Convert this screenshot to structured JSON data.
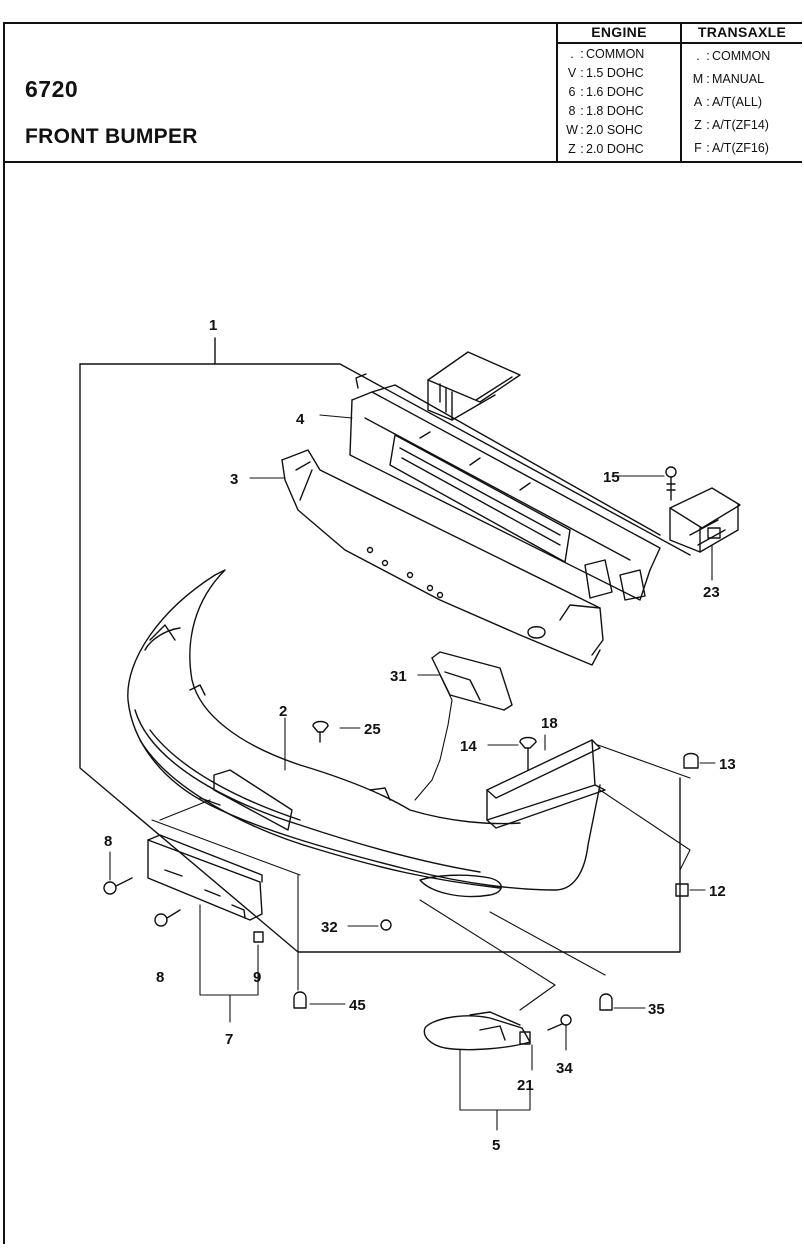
{
  "header": {
    "code": "6720",
    "title": "FRONT BUMPER"
  },
  "engine_table": {
    "heading": "ENGINE",
    "rows": [
      {
        "code": ".",
        "label": "COMMON"
      },
      {
        "code": "V",
        "label": "1.5 DOHC"
      },
      {
        "code": "6",
        "label": "1.6 DOHC"
      },
      {
        "code": "8",
        "label": "1.8 DOHC"
      },
      {
        "code": "W",
        "label": "2.0 SOHC"
      },
      {
        "code": "Z",
        "label": "2.0 DOHC"
      }
    ]
  },
  "transaxle_table": {
    "heading": "TRANSAXLE",
    "rows": [
      {
        "code": ".",
        "label": "COMMON"
      },
      {
        "code": "M",
        "label": "MANUAL"
      },
      {
        "code": "A",
        "label": "A/T(ALL)"
      },
      {
        "code": "Z",
        "label": "A/T(ZF14)"
      },
      {
        "code": "F",
        "label": "A/T(ZF16)"
      }
    ]
  },
  "callouts": {
    "n1": "1",
    "n2": "2",
    "n3": "3",
    "n4": "4",
    "n5": "5",
    "n7": "7",
    "n8a": "8",
    "n8b": "8",
    "n9": "9",
    "n12": "12",
    "n13": "13",
    "n14": "14",
    "n15": "15",
    "n18": "18",
    "n21": "21",
    "n23": "23",
    "n25": "25",
    "n31": "31",
    "n32": "32",
    "n34": "34",
    "n35": "35",
    "n45": "45"
  }
}
